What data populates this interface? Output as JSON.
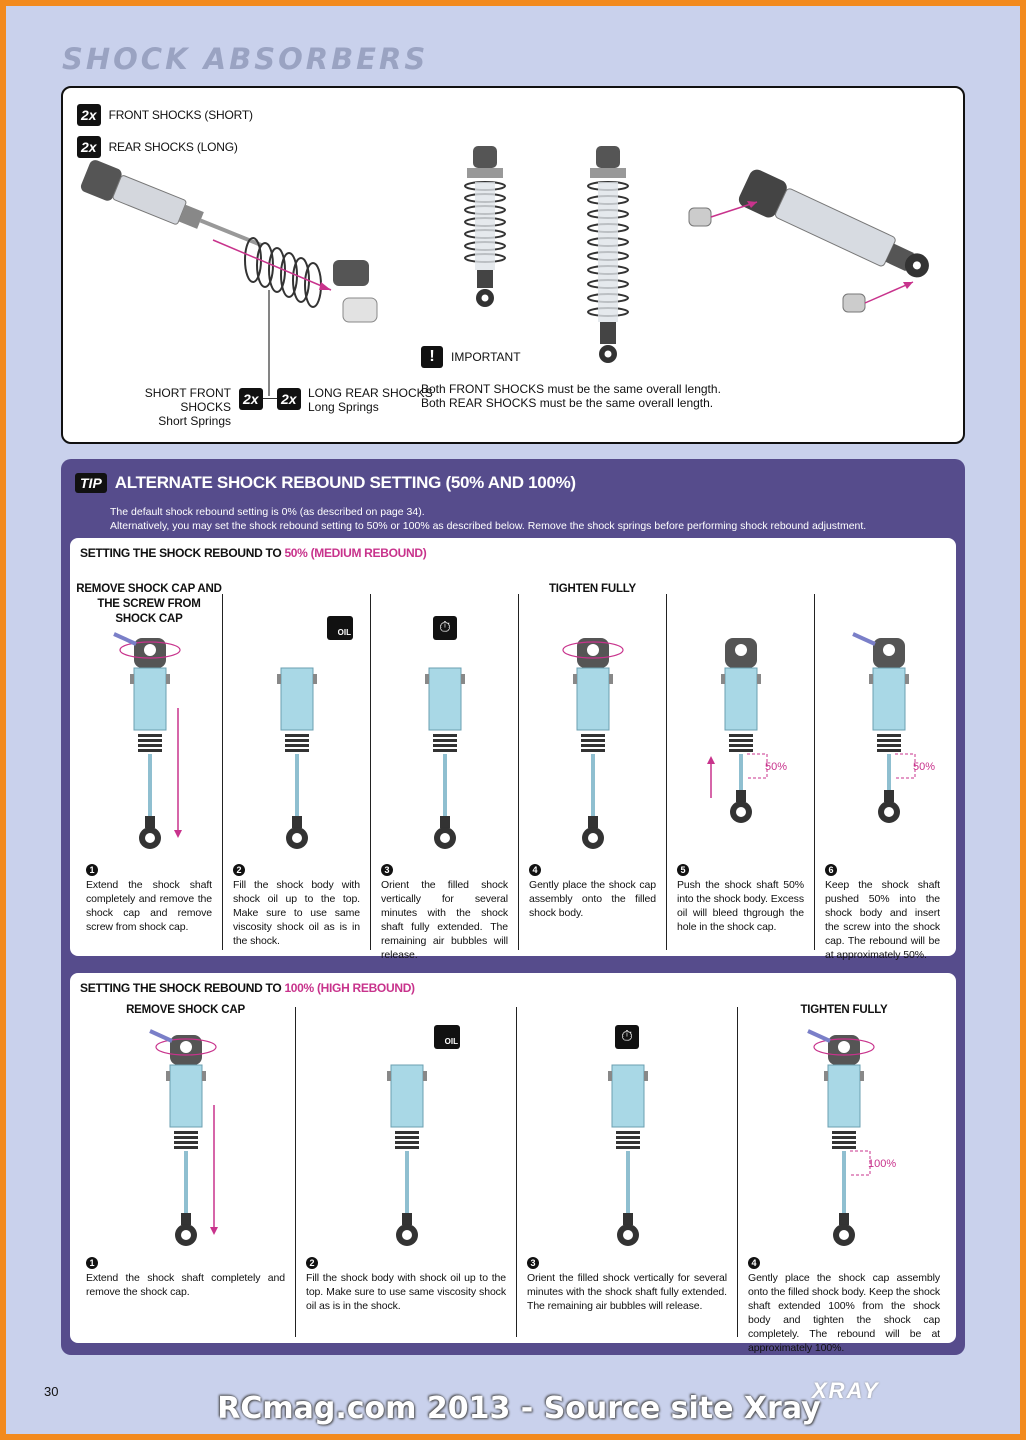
{
  "page": {
    "title": "SHOCK ABSORBERS",
    "page_number": "30",
    "watermark": "RCmag.com 2013 - Source site Xray",
    "brand": "XRAY"
  },
  "parts": {
    "front": {
      "qty": "2x",
      "label": "FRONT SHOCKS (SHORT)"
    },
    "rear": {
      "qty": "2x",
      "label": "REAR SHOCKS (LONG)"
    },
    "short_front_title": "SHORT FRONT SHOCKS",
    "short_front_sub": "Short Springs",
    "long_rear_title": "LONG REAR SHOCKS",
    "long_rear_sub": "Long Springs",
    "spring_qty_left": "2x",
    "spring_qty_right": "2x"
  },
  "important": {
    "icon": "!",
    "label": "IMPORTANT",
    "line1": "Both FRONT SHOCKS must be the same overall length.",
    "line2": "Both REAR SHOCKS must be the same overall length."
  },
  "tip": {
    "badge": "TIP",
    "title": "ALTERNATE SHOCK REBOUND SETTING (50% AND 100%)",
    "line1": "The default shock rebound setting is 0% (as described on page 34).",
    "line2": "Alternatively, you may set the shock rebound setting to 50% or 100% as described below. Remove the shock springs before performing shock rebound adjustment."
  },
  "medium": {
    "title_prefix": "SETTING THE SHOCK REBOUND TO",
    "title_highlight": "50% (MEDIUM REBOUND)",
    "steps": [
      {
        "num": "1",
        "caption": "REMOVE SHOCK CAP AND THE SCREW FROM SHOCK CAP",
        "text": "Extend the shock shaft completely and remove the shock cap and remove screw from shock cap."
      },
      {
        "num": "2",
        "caption": "",
        "text": "Fill the shock body with shock oil up to the top. Make sure to use same viscosity shock oil as is in the shock."
      },
      {
        "num": "3",
        "caption": "",
        "text": "Orient the filled shock vertically for several minutes with the shock shaft fully extended. The remaining air bubbles will release."
      },
      {
        "num": "4",
        "caption": "TIGHTEN FULLY",
        "text": "Gently place the shock cap assembly onto the filled shock body."
      },
      {
        "num": "5",
        "caption": "",
        "text": "Push the shock shaft 50% into the shock body. Excess oil will bleed thgrough the hole in the shock cap."
      },
      {
        "num": "6",
        "caption": "",
        "text": "Keep the shock shaft pushed 50% into the shock body and insert the screw into the shock cap. The rebound will be at approximately 50%."
      }
    ],
    "percent_label": "50%",
    "oil_label": "OIL"
  },
  "high": {
    "title_prefix": "SETTING THE SHOCK REBOUND TO",
    "title_highlight": "100% (HIGH REBOUND)",
    "steps": [
      {
        "num": "1",
        "caption": "REMOVE SHOCK CAP",
        "text": "Extend the shock shaft completely and remove the shock cap."
      },
      {
        "num": "2",
        "caption": "",
        "text": "Fill the shock body with shock oil up to the top. Make sure to use same viscosity shock oil as is in the shock."
      },
      {
        "num": "3",
        "caption": "",
        "text": "Orient the filled shock vertically for several minutes with the shock shaft fully extended. The remaining air bubbles will release."
      },
      {
        "num": "4",
        "caption": "TIGHTEN FULLY",
        "text": "Gently place the shock cap assembly onto the filled shock body. Keep the shock shaft extended 100% from the shock body and tighten the shock cap completely. The rebound will be at approximately 100%."
      }
    ],
    "percent_label": "100%",
    "oil_label": "OIL"
  },
  "colors": {
    "accent": "#c8338c",
    "panel": "#564c8c",
    "page_bg": "#c9d1ec",
    "border": "#f28a1e",
    "shock_body": "#a9d8e6"
  }
}
